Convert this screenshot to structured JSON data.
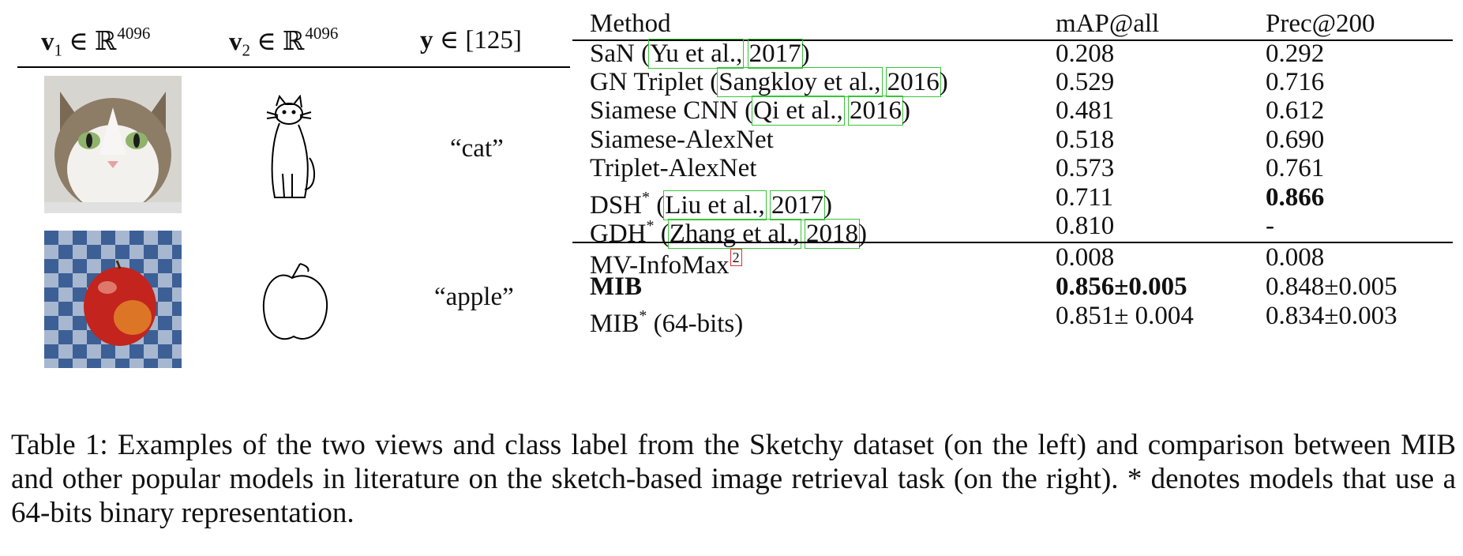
{
  "examples": {
    "headers": {
      "v1": {
        "sym": "v",
        "sub": "1",
        "rel": "∈ ℝ",
        "sup": "4096"
      },
      "v2": {
        "sym": "v",
        "sub": "2",
        "rel": "∈ ℝ",
        "sup": "4096"
      },
      "y": {
        "sym": "y",
        "rel": "∈ [125]"
      }
    },
    "rows": [
      {
        "image": "cat-photo",
        "sketch": "cat-sketch",
        "label": "“cat”"
      },
      {
        "image": "apple-photo",
        "sketch": "apple-sketch",
        "label": "“apple”"
      }
    ]
  },
  "table": {
    "headers": {
      "method": "Method",
      "map": "mAP@all",
      "prec": "Prec@200"
    },
    "rows": [
      {
        "name": "SaN",
        "ast": "",
        "cite_author": "Yu et al.,",
        "cite_year": "2017",
        "map": "0.208",
        "prec": "0.292"
      },
      {
        "name": "GN Triplet",
        "ast": "",
        "cite_author": "Sangkloy et al.,",
        "cite_year": "2016",
        "map": "0.529",
        "prec": "0.716"
      },
      {
        "name": "Siamese CNN",
        "ast": "",
        "cite_author": "Qi et al.,",
        "cite_year": "2016",
        "map": "0.481",
        "prec": "0.612"
      },
      {
        "name": "Siamese-AlexNet",
        "ast": "",
        "cite_author": "",
        "cite_year": "",
        "map": "0.518",
        "prec": "0.690"
      },
      {
        "name": "Triplet-AlexNet",
        "ast": "",
        "cite_author": "",
        "cite_year": "",
        "map": "0.573",
        "prec": "0.761"
      },
      {
        "name": "DSH",
        "ast": "*",
        "cite_author": "Liu et al.,",
        "cite_year": "2017",
        "map": "0.711",
        "prec": "0.866",
        "prec_bold": true
      },
      {
        "name": "GDH",
        "ast": "*",
        "cite_author": "Zhang et al.,",
        "cite_year": "2018",
        "map": "0.810",
        "prec": "-"
      },
      {
        "name": "MV-InfoMax",
        "ast": "",
        "footnote": "2",
        "map": "0.008",
        "prec": "0.008"
      },
      {
        "name": "MIB",
        "ast": "",
        "name_bold": true,
        "map": "0.856±0.005",
        "map_bold": true,
        "prec": "0.848±0.005"
      },
      {
        "name": "MIB",
        "ast": "*",
        "suffix": "(64-bits)",
        "map": "0.851± 0.004",
        "prec": "0.834±0.003"
      }
    ]
  },
  "caption": {
    "label": "Table 1:",
    "text": "Examples of the two views and class label from the Sketchy dataset (on the left) and comparison between MIB and other popular models in literature on the sketch-based image retrieval task (on the right). * denotes models that use a 64-bits binary representation."
  }
}
